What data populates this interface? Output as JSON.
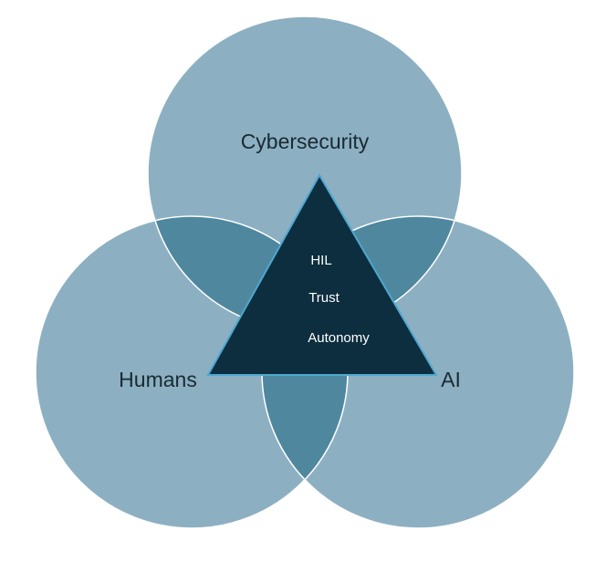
{
  "colors": {
    "circle_fill": "#8cb0c2",
    "overlap_fill": "#4f879f",
    "circle_edge": "#ffffff",
    "triangle_fill": "#0d2e3f",
    "triangle_edge": "#4da8cf",
    "label_text": "#1a2a33",
    "core_text": "#ffffff"
  },
  "circles": [
    {
      "id": "cybersecurity",
      "label": "Cybersecurity"
    },
    {
      "id": "humans",
      "label": "Humans"
    },
    {
      "id": "ai",
      "label": "AI"
    }
  ],
  "core": {
    "items": [
      "HIL",
      "Trust",
      "Autonomy"
    ]
  }
}
